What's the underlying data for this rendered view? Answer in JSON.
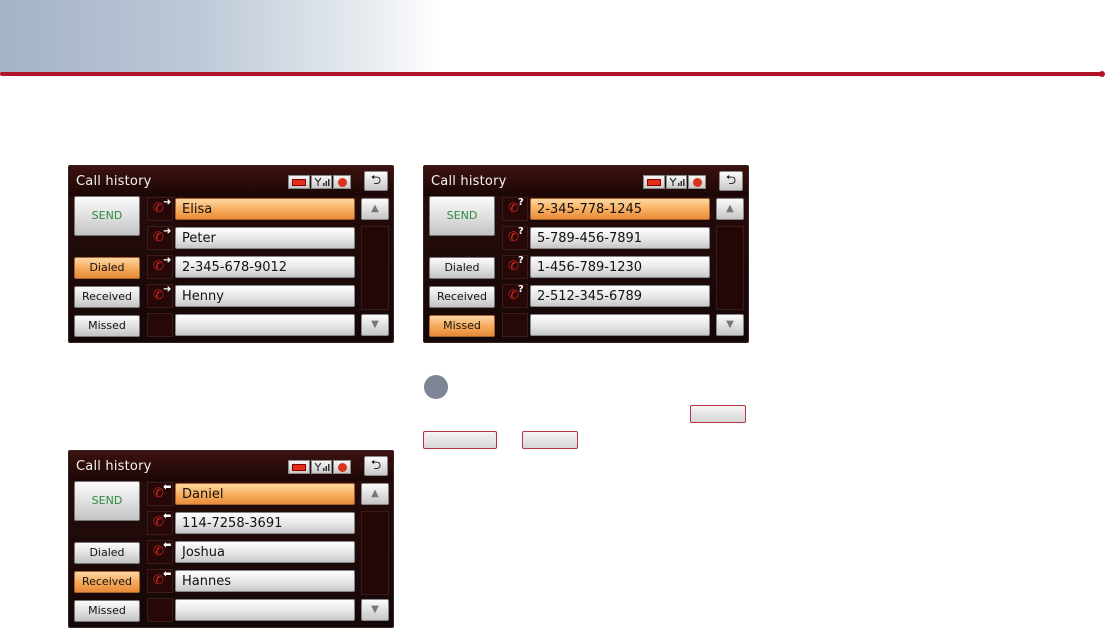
{
  "colors": {
    "accent": "#b0152a",
    "active_orange": "#f5a857",
    "send_green": "#2c8a3c",
    "handset_red": "#d8271d"
  },
  "screens": [
    {
      "title": "Call history",
      "back_icon": "⮌",
      "send_label": "SEND",
      "filters": {
        "dialed": "Dialed",
        "received": "Received",
        "missed": "Missed"
      },
      "active_filter": "dialed",
      "call_type_icon": "outgoing-call-icon",
      "rows": [
        "Elisa",
        "Peter",
        "2-345-678-9012",
        "Henny",
        ""
      ]
    },
    {
      "title": "Call history",
      "back_icon": "⮌",
      "send_label": "SEND",
      "filters": {
        "dialed": "Dialed",
        "received": "Received",
        "missed": "Missed"
      },
      "active_filter": "missed",
      "call_type_icon": "missed-call-icon",
      "rows": [
        "2-345-778-1245",
        "5-789-456-7891",
        "1-456-789-1230",
        "2-512-345-6789",
        ""
      ]
    },
    {
      "title": "Call history",
      "back_icon": "⮌",
      "send_label": "SEND",
      "filters": {
        "dialed": "Dialed",
        "received": "Received",
        "missed": "Missed"
      },
      "active_filter": "received",
      "call_type_icon": "incoming-call-icon",
      "rows": [
        "Daniel",
        "114-7258-3691",
        "Joshua",
        "Hannes",
        ""
      ]
    }
  ]
}
